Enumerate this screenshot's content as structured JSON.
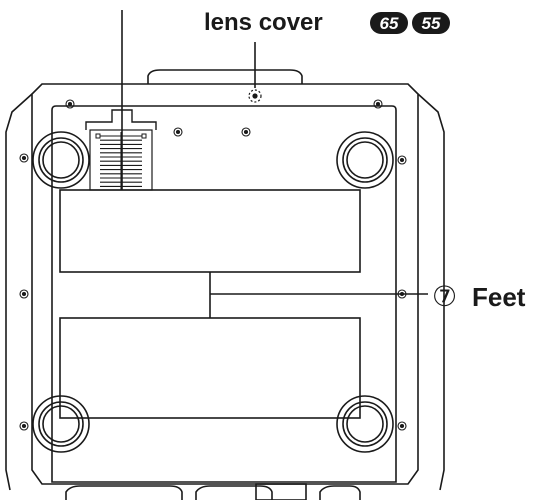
{
  "labels": {
    "lens_cover": "lens cover",
    "feet_number": "⑦",
    "feet": "Feet"
  },
  "page_refs": [
    "65",
    "55"
  ],
  "colors": {
    "stroke": "#1a1a1a",
    "badge_fill": "#1a1a1a",
    "background": "#ffffff"
  },
  "icons": {
    "screw": "screw-icon",
    "foot": "foot-icon",
    "vent": "vent-icon"
  }
}
